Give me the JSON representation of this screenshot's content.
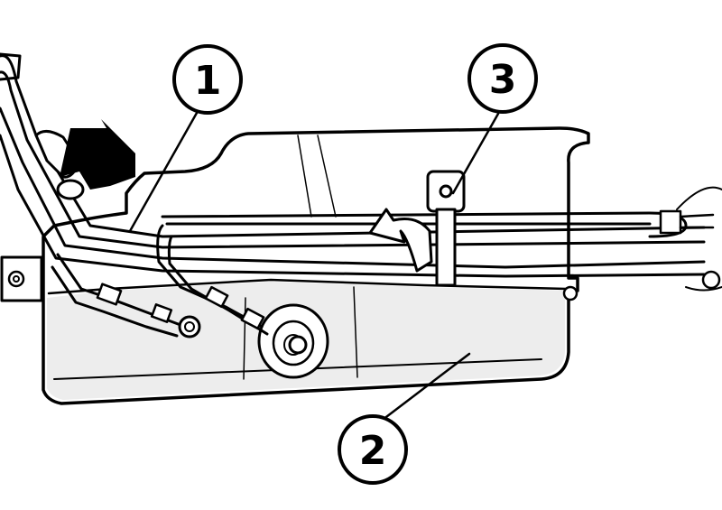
{
  "colors": {
    "line": "#000000",
    "paper": "#ffffff",
    "shade": "#e6e6e6"
  },
  "callouts": {
    "c1": {
      "label": "1"
    },
    "c2": {
      "label": "2"
    },
    "c3": {
      "label": "3"
    }
  }
}
